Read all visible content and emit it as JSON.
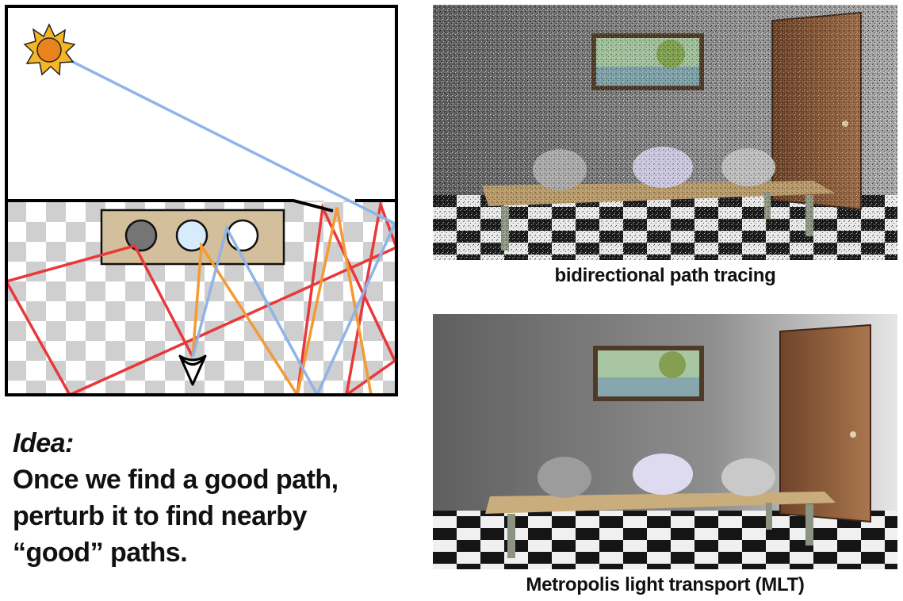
{
  "idea": {
    "title": "Idea:",
    "lines": [
      "Once we find a good path,",
      "perturb it to find nearby",
      "“good” paths."
    ]
  },
  "renders": {
    "top_caption": "bidirectional path tracing",
    "bottom_caption": "Metropolis light transport (MLT)"
  },
  "diagram": {
    "path_colors": {
      "light_path": "#8fb4e8",
      "red_path": "#e8383a",
      "orange_path": "#f39a35"
    },
    "sphere_colors": [
      "#757575",
      "#d6ebfb",
      "#ffffff"
    ],
    "table_color": "#d3bf9c",
    "sun_color": "#f4b625"
  }
}
